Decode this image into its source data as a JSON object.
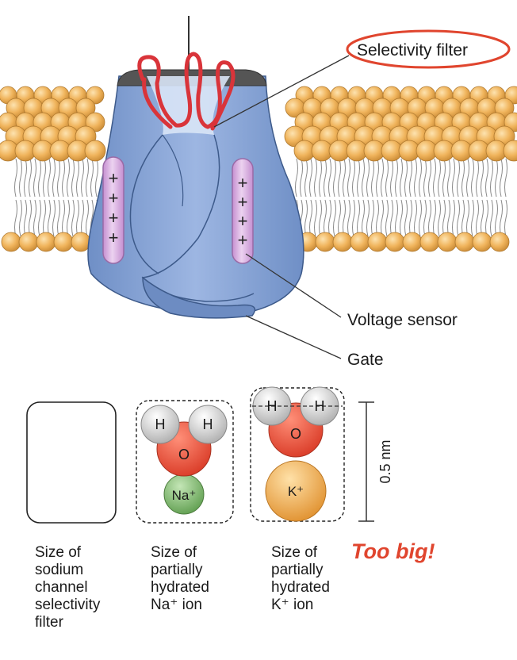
{
  "labels": {
    "selectivity_filter": "Selectivity filter",
    "voltage_sensor": "Voltage sensor",
    "gate": "Gate",
    "scale": "0.5 nm",
    "too_big": "Too big!"
  },
  "charges": [
    "+",
    "+",
    "+",
    "+"
  ],
  "molecules": {
    "na": {
      "h_left": "H",
      "h_right": "H",
      "oxygen": "O",
      "ion": "Na⁺"
    },
    "k": {
      "h_left": "H",
      "h_right": "H",
      "oxygen": "O",
      "ion": "K⁺"
    }
  },
  "captions": {
    "filter": [
      "Size of",
      "sodium",
      "channel",
      "selectivity",
      "filter"
    ],
    "na": [
      "Size of",
      "partially",
      "hydrated",
      "Na⁺ ion"
    ],
    "k": [
      "Size of",
      "partially",
      "hydrated",
      "K⁺ ion"
    ]
  },
  "colors": {
    "highlight_red": "#e0452e",
    "protein_blue": "#7f9fd4",
    "lipid_head": "#f0b45c",
    "filter_loops": "#d9343a",
    "voltage_sensor": "#d5a8dd",
    "oxygen": "#e8503a",
    "hydrogen": "#d6d6d6",
    "sodium": "#7fb86e",
    "potassium": "#eea94a"
  }
}
